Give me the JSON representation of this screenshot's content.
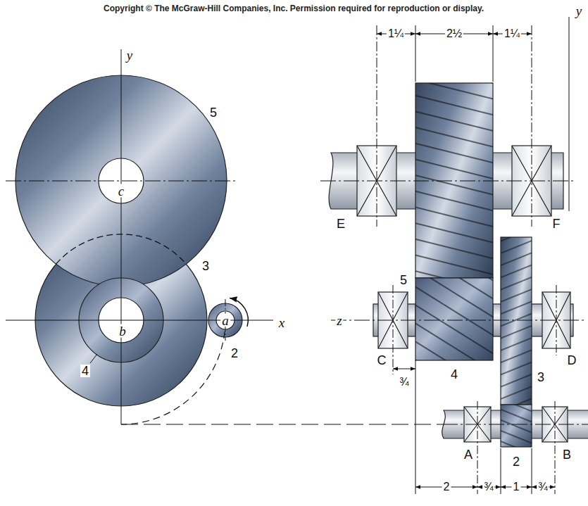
{
  "diagram": {
    "labels": [
      "Copyright © The McGraw-Hill Companies, Inc. Permission required for reproduction or display.",
      "y",
      "5",
      "c",
      "3",
      "a",
      "b",
      "x",
      "4",
      "2",
      "y",
      "1¼",
      "2½",
      "1¼",
      "E",
      "5",
      "F",
      "z",
      "C",
      "D",
      "¾",
      "4",
      "3",
      "A",
      "B",
      "2",
      "2",
      "¾",
      "1",
      "¾"
    ]
  }
}
